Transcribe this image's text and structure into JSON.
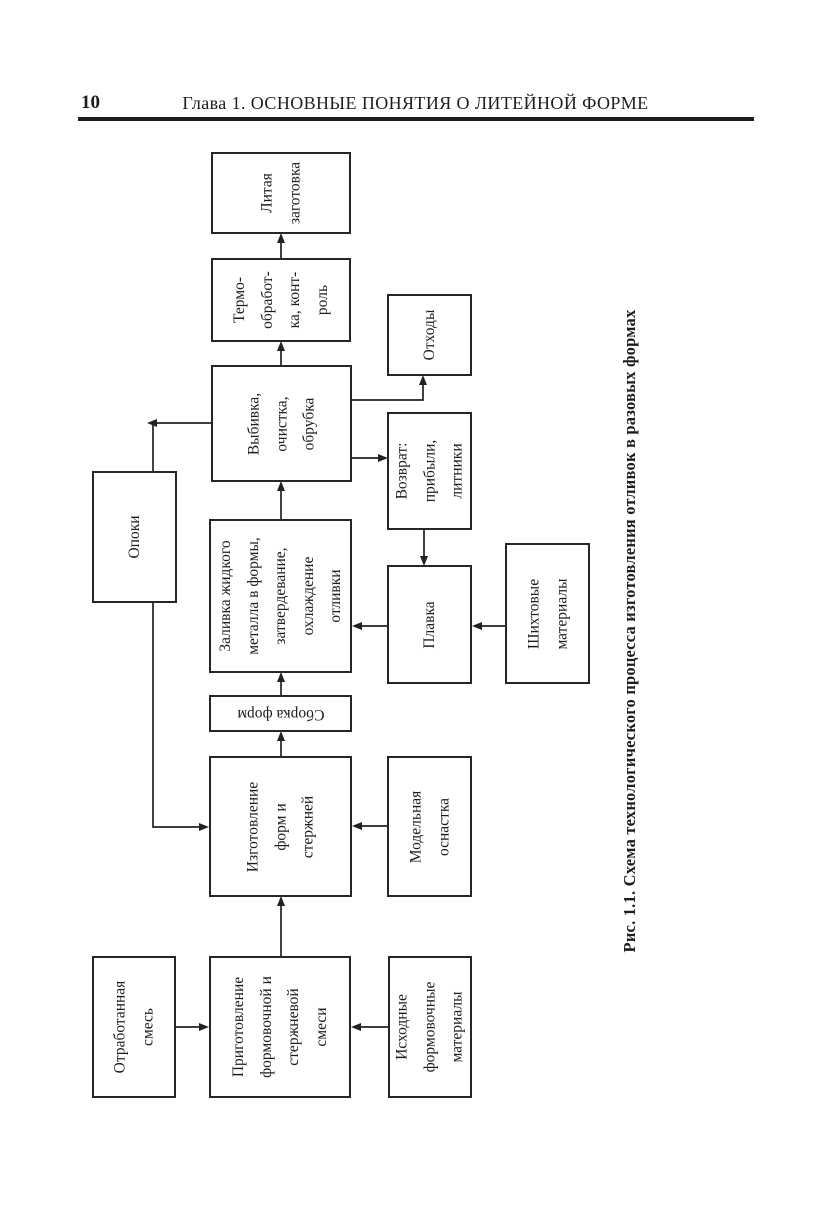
{
  "page": {
    "number": "10",
    "header": "Глава 1. ОСНОВНЫЕ ПОНЯТИЯ О ЛИТЕЙНОЙ ФОРМЕ"
  },
  "figure": {
    "caption": "Рис. 1.1. Схема технологического процесса изготовления отливок в разовых формах",
    "boxes": {
      "litaya": "Литая\nзаготовка",
      "termo": "Термо-\nобработ-\nка, конт-\nроль",
      "othody": "Отходы",
      "vybivka": "Выбивка,\nочистка,\nобрубка",
      "vozvrat": "Возврат:\nприбыли,\nлитники",
      "opoki": "Опоки",
      "zalivka": "Заливка жидкого\nметалла в формы,\nзатвердевание,\nохлаждение\nотливки",
      "plavka": "Плавка",
      "shikhtovye": "Шихтовые\nматериалы",
      "sborka": "Сборка форм",
      "izgotovlenie": "Изготовление\nформ и\nстержней",
      "modelnaya": "Модельная\nоснастка",
      "otrabotannaya": "Отработанная\nсмесь",
      "prigotovlenie": "Приготовление\nформовочной и\nстержневой\nсмеси",
      "iskhodnye": "Исходные\nформовочные\nматериалы"
    },
    "edges": [
      {
        "from": "otrabotannaya",
        "to": "prigotovlenie"
      },
      {
        "from": "iskhodnye",
        "to": "prigotovlenie"
      },
      {
        "from": "prigotovlenie",
        "to": "izgotovlenie"
      },
      {
        "from": "modelnaya",
        "to": "izgotovlenie"
      },
      {
        "from": "opoki",
        "to": "izgotovlenie"
      },
      {
        "from": "vybivka",
        "to": "opoki"
      },
      {
        "from": "izgotovlenie",
        "to": "sborka"
      },
      {
        "from": "sborka",
        "to": "zalivka"
      },
      {
        "from": "shikhtovye",
        "to": "plavka"
      },
      {
        "from": "vozvrat",
        "to": "plavka"
      },
      {
        "from": "plavka",
        "to": "zalivka"
      },
      {
        "from": "zalivka",
        "to": "vybivka"
      },
      {
        "from": "vybivka",
        "to": "vozvrat"
      },
      {
        "from": "vybivka",
        "to": "othody"
      },
      {
        "from": "vybivka",
        "to": "termo"
      },
      {
        "from": "termo",
        "to": "litaya"
      }
    ],
    "colors": {
      "ink": "#1d1d1d",
      "line": "#222222",
      "background": "#ffffff"
    }
  }
}
